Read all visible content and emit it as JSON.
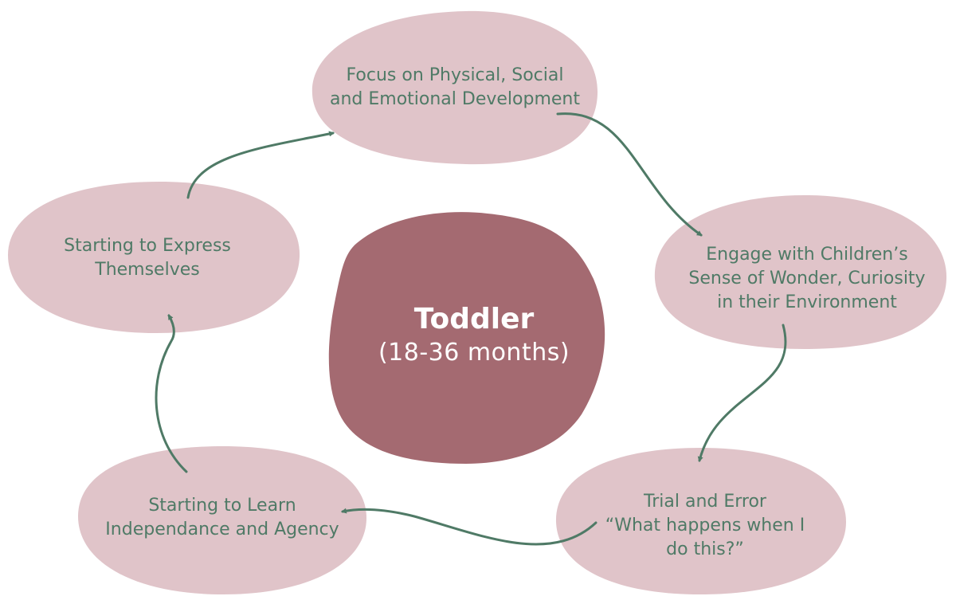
{
  "colors": {
    "outer_blob_fill": "#e0c4c9",
    "center_blob_fill": "#a46a71",
    "arrow_stroke": "#4f7a66",
    "text_green": "#4f7a66",
    "center_text": "#ffffff"
  },
  "center": {
    "title": "Toddler",
    "subtitle": "(18-36 months)"
  },
  "nodes": [
    {
      "id": "focus",
      "lines": [
        "Focus on Physical, Social",
        "and Emotional Development"
      ]
    },
    {
      "id": "engage",
      "lines": [
        "Engage with Children’s",
        "Sense of Wonder, Curiosity",
        "in their Environment"
      ]
    },
    {
      "id": "trial",
      "lines": [
        "Trial and Error",
        "“What happens when I",
        "do this?”"
      ]
    },
    {
      "id": "independence",
      "lines": [
        "Starting to Learn",
        "Independance and Agency"
      ]
    },
    {
      "id": "express",
      "lines": [
        "Starting to Express",
        "Themselves"
      ]
    }
  ],
  "edges": [
    {
      "from": "focus",
      "to": "engage"
    },
    {
      "from": "engage",
      "to": "trial"
    },
    {
      "from": "trial",
      "to": "independence"
    },
    {
      "from": "independence",
      "to": "express"
    },
    {
      "from": "express",
      "to": "focus"
    }
  ]
}
